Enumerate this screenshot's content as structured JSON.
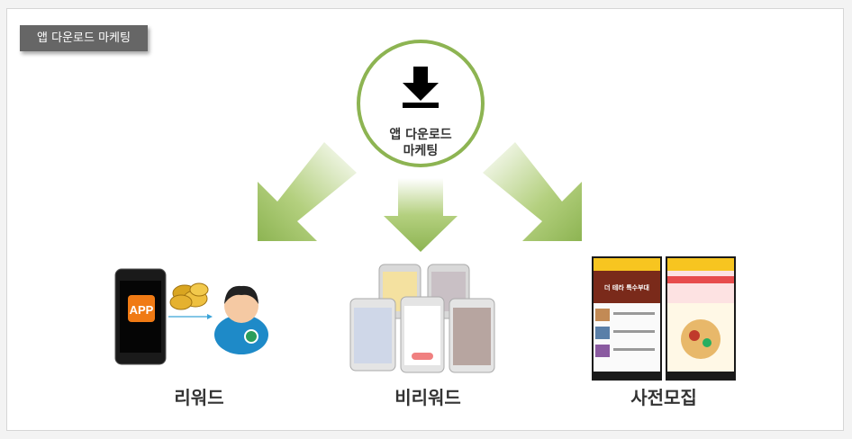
{
  "tag_label": "앱 다운로드 마케팅",
  "center": {
    "line1": "앱 다운로드",
    "line2": "마케팅"
  },
  "items": [
    {
      "label": "리워드",
      "icon": "app-reward-phone-coins-user"
    },
    {
      "label": "비리워드",
      "icon": "multiple-phones-screenshots"
    },
    {
      "label": "사전모집",
      "icon": "app-store-prelaunch-screens"
    }
  ],
  "reward_phone_text": "APP",
  "prelaunch_banner_text": "더 테라 특수부대",
  "colors": {
    "accent_green": "#8db452",
    "tag_gray": "#666666",
    "app_orange": "#f07a14"
  }
}
